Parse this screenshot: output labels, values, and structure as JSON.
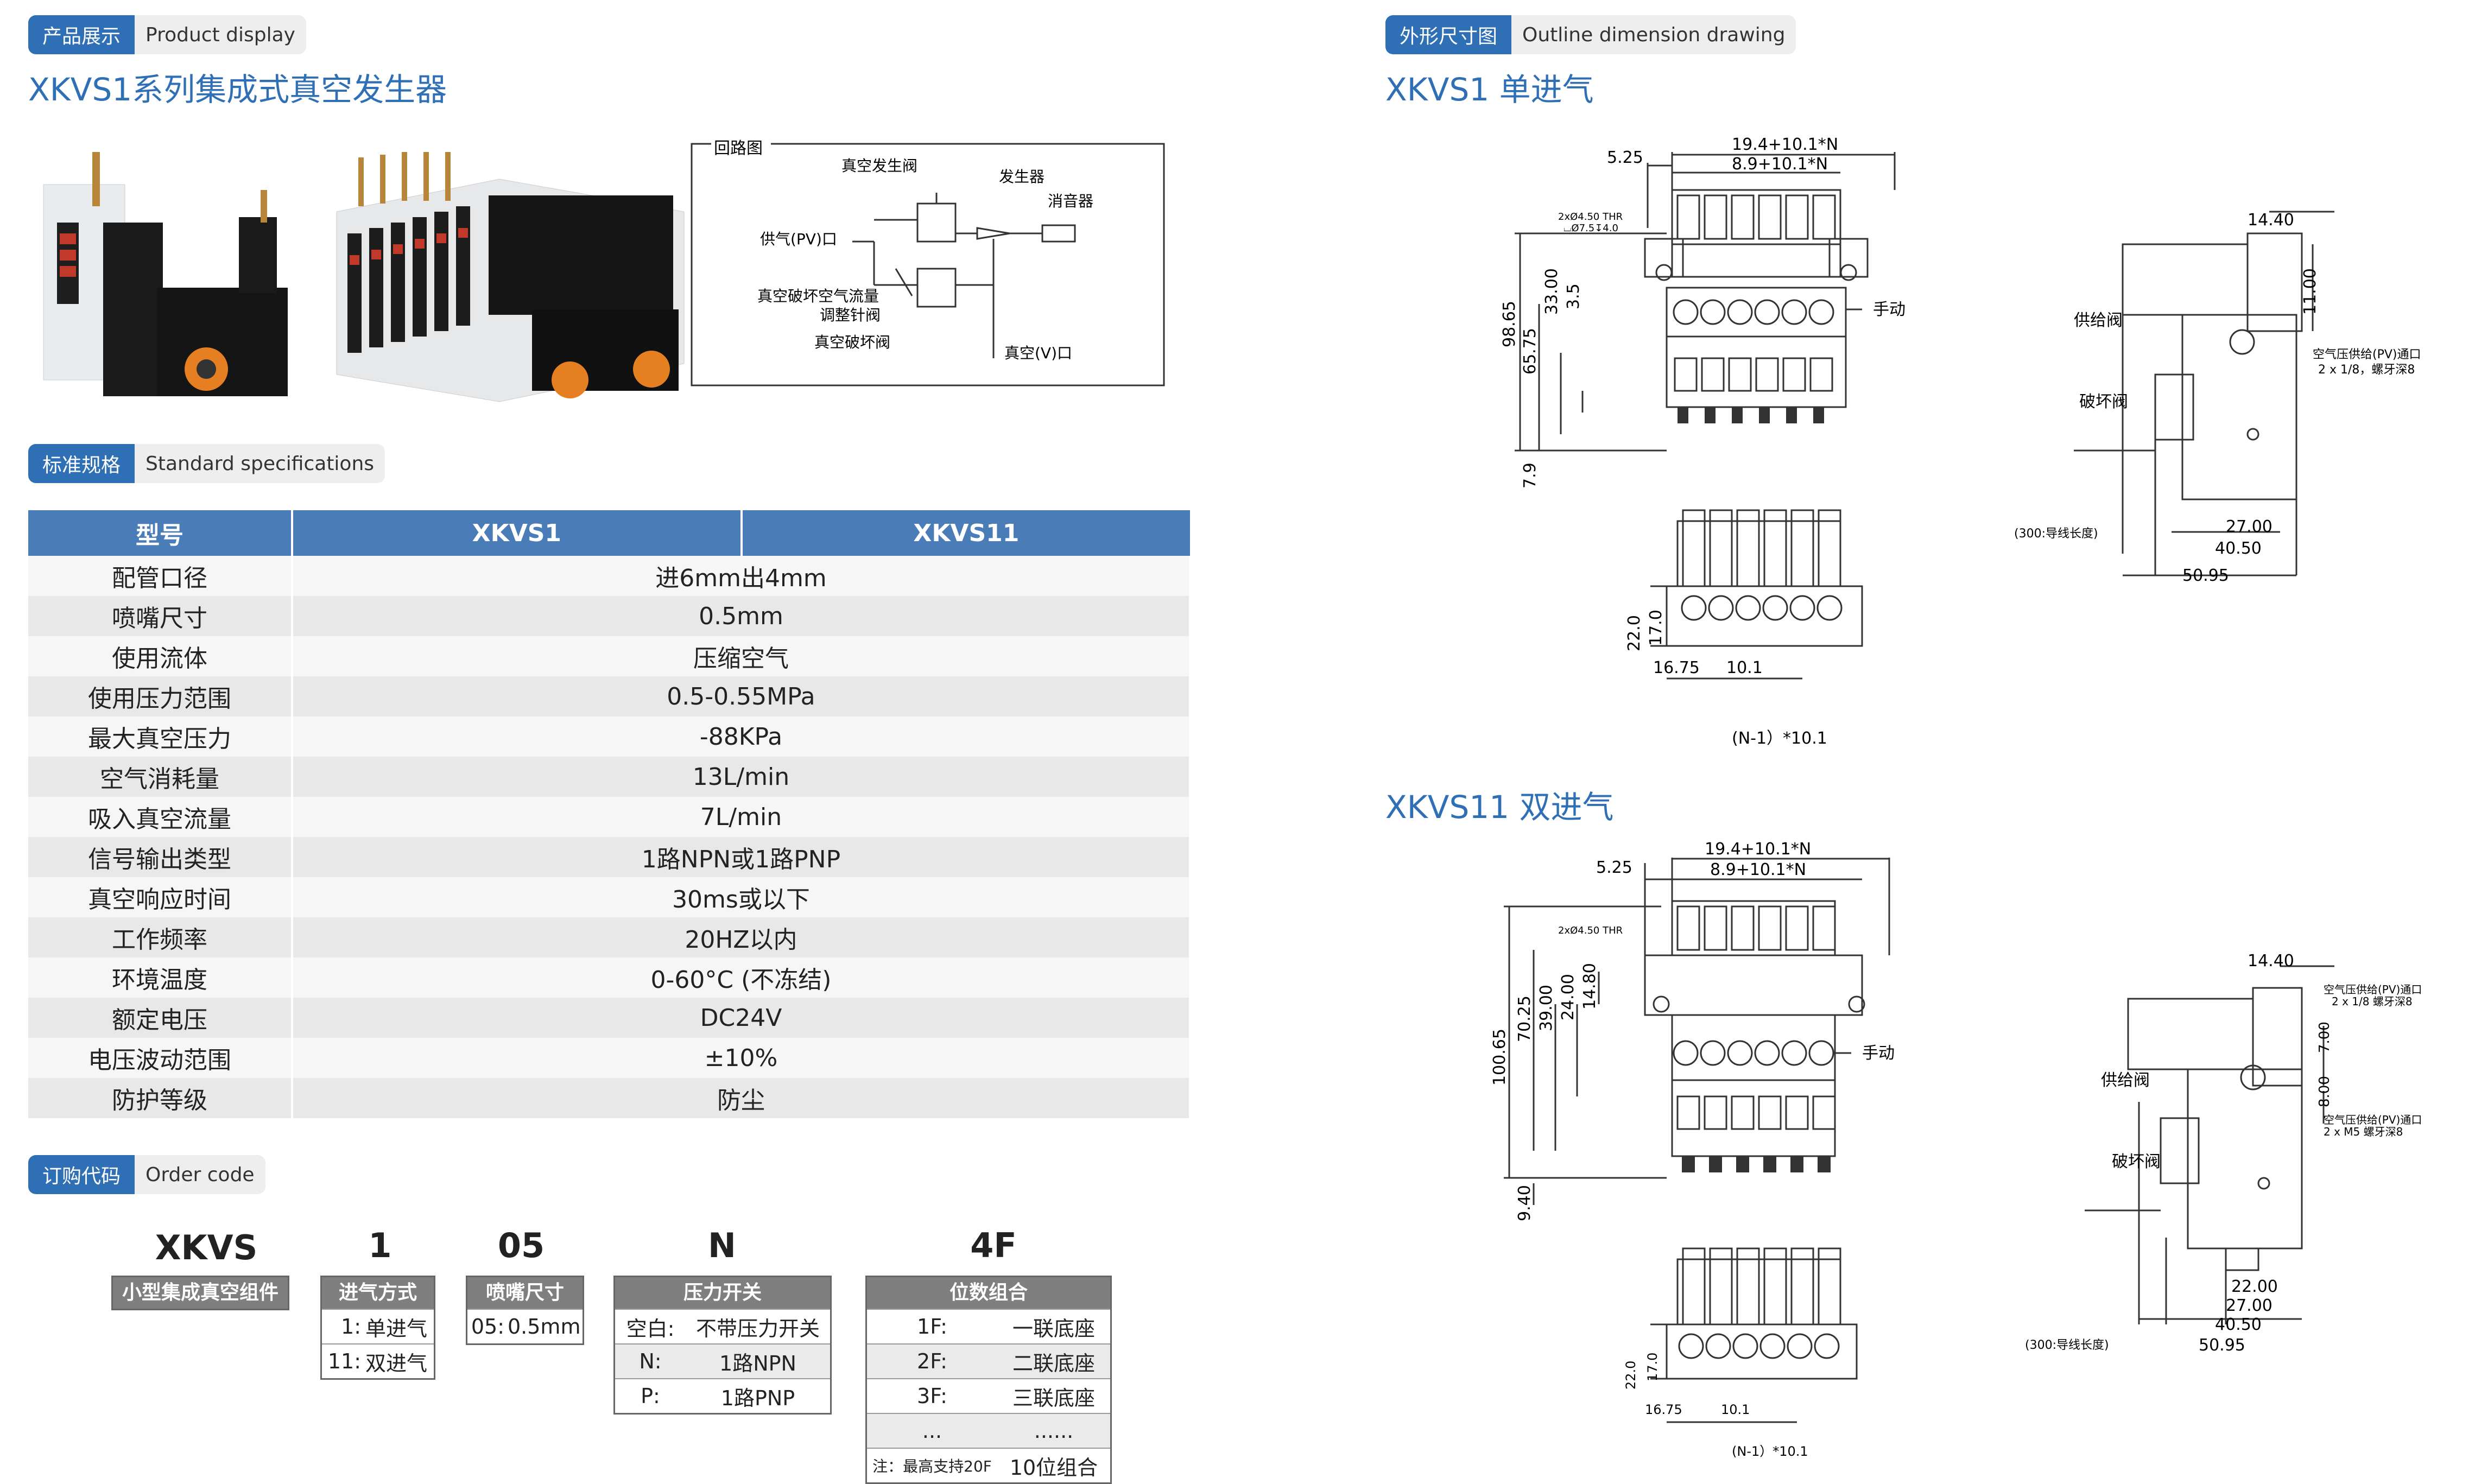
{
  "sections": {
    "product": {
      "cn": "产品展示",
      "en": "Product display"
    },
    "spec": {
      "cn": "标准规格",
      "en": "Standard specifications"
    },
    "order": {
      "cn": "订购代码",
      "en": "Order code"
    },
    "outline": {
      "cn": "外形尺寸图",
      "en": "Outline dimension drawing"
    }
  },
  "product_title": "XKVS1系列集成式真空发生器",
  "circuit": {
    "title": "回路图",
    "labels": [
      "真空发生阀",
      "发生器",
      "消音器",
      "供气(PV)口",
      "真空破坏空气流量",
      "调整针阀",
      "真空破坏阀",
      "真空(V)口"
    ]
  },
  "spec_table": {
    "headers": [
      "型号",
      "XKVS1",
      "XKVS11"
    ],
    "rows": [
      [
        "配管口径",
        "进6mm出4mm"
      ],
      [
        "喷嘴尺寸",
        "0.5mm"
      ],
      [
        "使用流体",
        "压缩空气"
      ],
      [
        "使用压力范围",
        "0.5-0.55MPa"
      ],
      [
        "最大真空压力",
        "-88KPa"
      ],
      [
        "空气消耗量",
        "13L/min"
      ],
      [
        "吸入真空流量",
        "7L/min"
      ],
      [
        "信号输出类型",
        "1路NPN或1路PNP"
      ],
      [
        "真空响应时间",
        "30ms或以下"
      ],
      [
        "工作频率",
        "20HZ以内"
      ],
      [
        "环境温度",
        "0-60°C (不冻结)"
      ],
      [
        "额定电压",
        "DC24V"
      ],
      [
        "电压波动范围",
        "±10%"
      ],
      [
        "防护等级",
        "防尘"
      ]
    ]
  },
  "order_code": {
    "codes": [
      "XKVS",
      "1",
      "05",
      "N",
      "4F"
    ],
    "series": "小型集成真空组件",
    "inlet": {
      "title": "进气方式",
      "rows": [
        [
          "1:",
          "单进气"
        ],
        [
          "11:",
          "双进气"
        ]
      ]
    },
    "nozzle": {
      "title": "喷嘴尺寸",
      "rows": [
        [
          "05:",
          "0.5mm"
        ]
      ]
    },
    "switch": {
      "title": "压力开关",
      "rows": [
        [
          "空白:",
          "不带压力开关"
        ],
        [
          "N:",
          "1路NPN"
        ],
        [
          "P:",
          "1路PNP"
        ]
      ]
    },
    "base": {
      "title": "位数组合",
      "rows": [
        [
          "1F:",
          "一联底座"
        ],
        [
          "2F:",
          "二联底座"
        ],
        [
          "3F:",
          "三联底座"
        ],
        [
          "...",
          "......"
        ]
      ],
      "note": "注：最高支持20F",
      "note_val": "10位组合"
    }
  },
  "drawing1": {
    "title": "XKVS1 单进气",
    "dims": {
      "d1": "19.4+10.1*N",
      "d2": "8.9+10.1*N",
      "d3": "5.25",
      "hole": "2xØ4.50 THR",
      "hole2": "⌴Ø7.5↧4.0",
      "v1": "98.65",
      "v2": "65.75",
      "v3": "33.00",
      "v4": "3.5",
      "v5": "7.9",
      "manual": "手动",
      "b1": "22.0",
      "b2": "17.0",
      "b3": "16.75",
      "b4": "10.1",
      "b5": "(N-1）*10.1",
      "s1": "14.40",
      "s2": "11.00",
      "supply": "供给阀",
      "breaker": "破坏阀",
      "port": "空气压供给(PV)通口",
      "port2": "2 x 1/8，螺牙深8",
      "s3": "27.00",
      "s4": "40.50",
      "s5": "50.95",
      "wire": "(300:导线长度)"
    }
  },
  "drawing2": {
    "title": "XKVS11 双进气",
    "dims": {
      "d1": "19.4+10.1*N",
      "d2": "8.9+10.1*N",
      "d3": "5.25",
      "hole": "2xØ4.50 THR",
      "v1": "100.65",
      "v2": "70.25",
      "v3": "39.00",
      "v4": "24.00",
      "v5": "14.80",
      "v6": "9.40",
      "manual": "手动",
      "b1": "22.0",
      "b2": "17.0",
      "b3": "16.75",
      "b4": "10.1",
      "b5": "(N-1）*10.1",
      "s1": "14.40",
      "s2": "7.00",
      "s3": "8.00",
      "supply": "供给阀",
      "breaker": "破坏阀",
      "port_a": "空气压供给(PV)通口",
      "port_a2": "2 x 1/8 螺牙深8",
      "port_b": "空气压供给(PV)通口",
      "port_b2": "2 x M5 螺牙深8",
      "s4": "22.00",
      "s5": "27.00",
      "s6": "40.50",
      "s7": "50.95",
      "wire": "(300:导线长度)"
    }
  }
}
